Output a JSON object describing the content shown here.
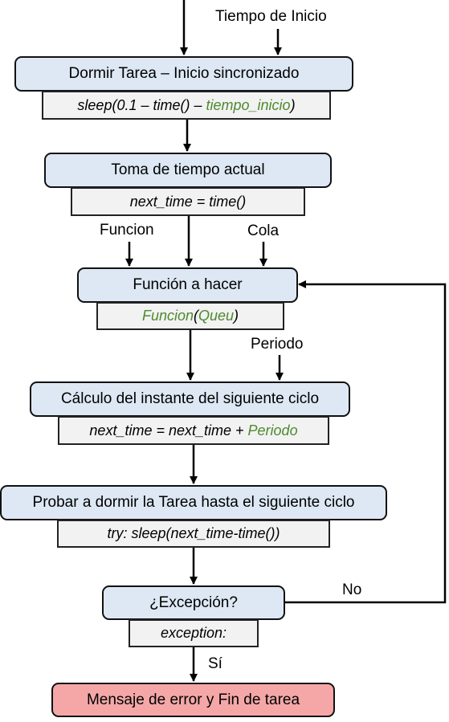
{
  "inputs": {
    "tiempo_inicio": "Tiempo de Inicio",
    "funcion": "Funcion",
    "cola": "Cola",
    "periodo": "Periodo"
  },
  "steps": {
    "dormir": {
      "title": "Dormir Tarea – Inicio sincronizado",
      "code_a": "sleep(0.1 – time() – ",
      "code_b": "tiempo_inicio",
      "code_c": ")"
    },
    "toma": {
      "title": "Toma de  tiempo actual",
      "code": "next_time = time()"
    },
    "funcion": {
      "title": "Función a hacer",
      "code_a": "Funcion",
      "code_b": "(",
      "code_c": "Queu",
      "code_d": ")"
    },
    "calculo": {
      "title": "Cálculo del instante del siguiente ciclo",
      "code_a": "next_time = next_time + ",
      "code_b": "Periodo"
    },
    "probar": {
      "title": "Probar a dormir la Tarea hasta el siguiente ciclo",
      "code": "try: sleep(next_time-time())"
    },
    "excepcion": {
      "title": "¿Excepción?",
      "code": "exception:"
    },
    "error": {
      "title": "Mensaje de error y Fin de tarea"
    }
  },
  "edges": {
    "no": "No",
    "si": "Sí"
  },
  "colors": {
    "process_fill": "#dde8f4",
    "code_fill": "#f2f2f2",
    "error_fill": "#f5a7a7",
    "variable_text": "#4e8a2f"
  }
}
